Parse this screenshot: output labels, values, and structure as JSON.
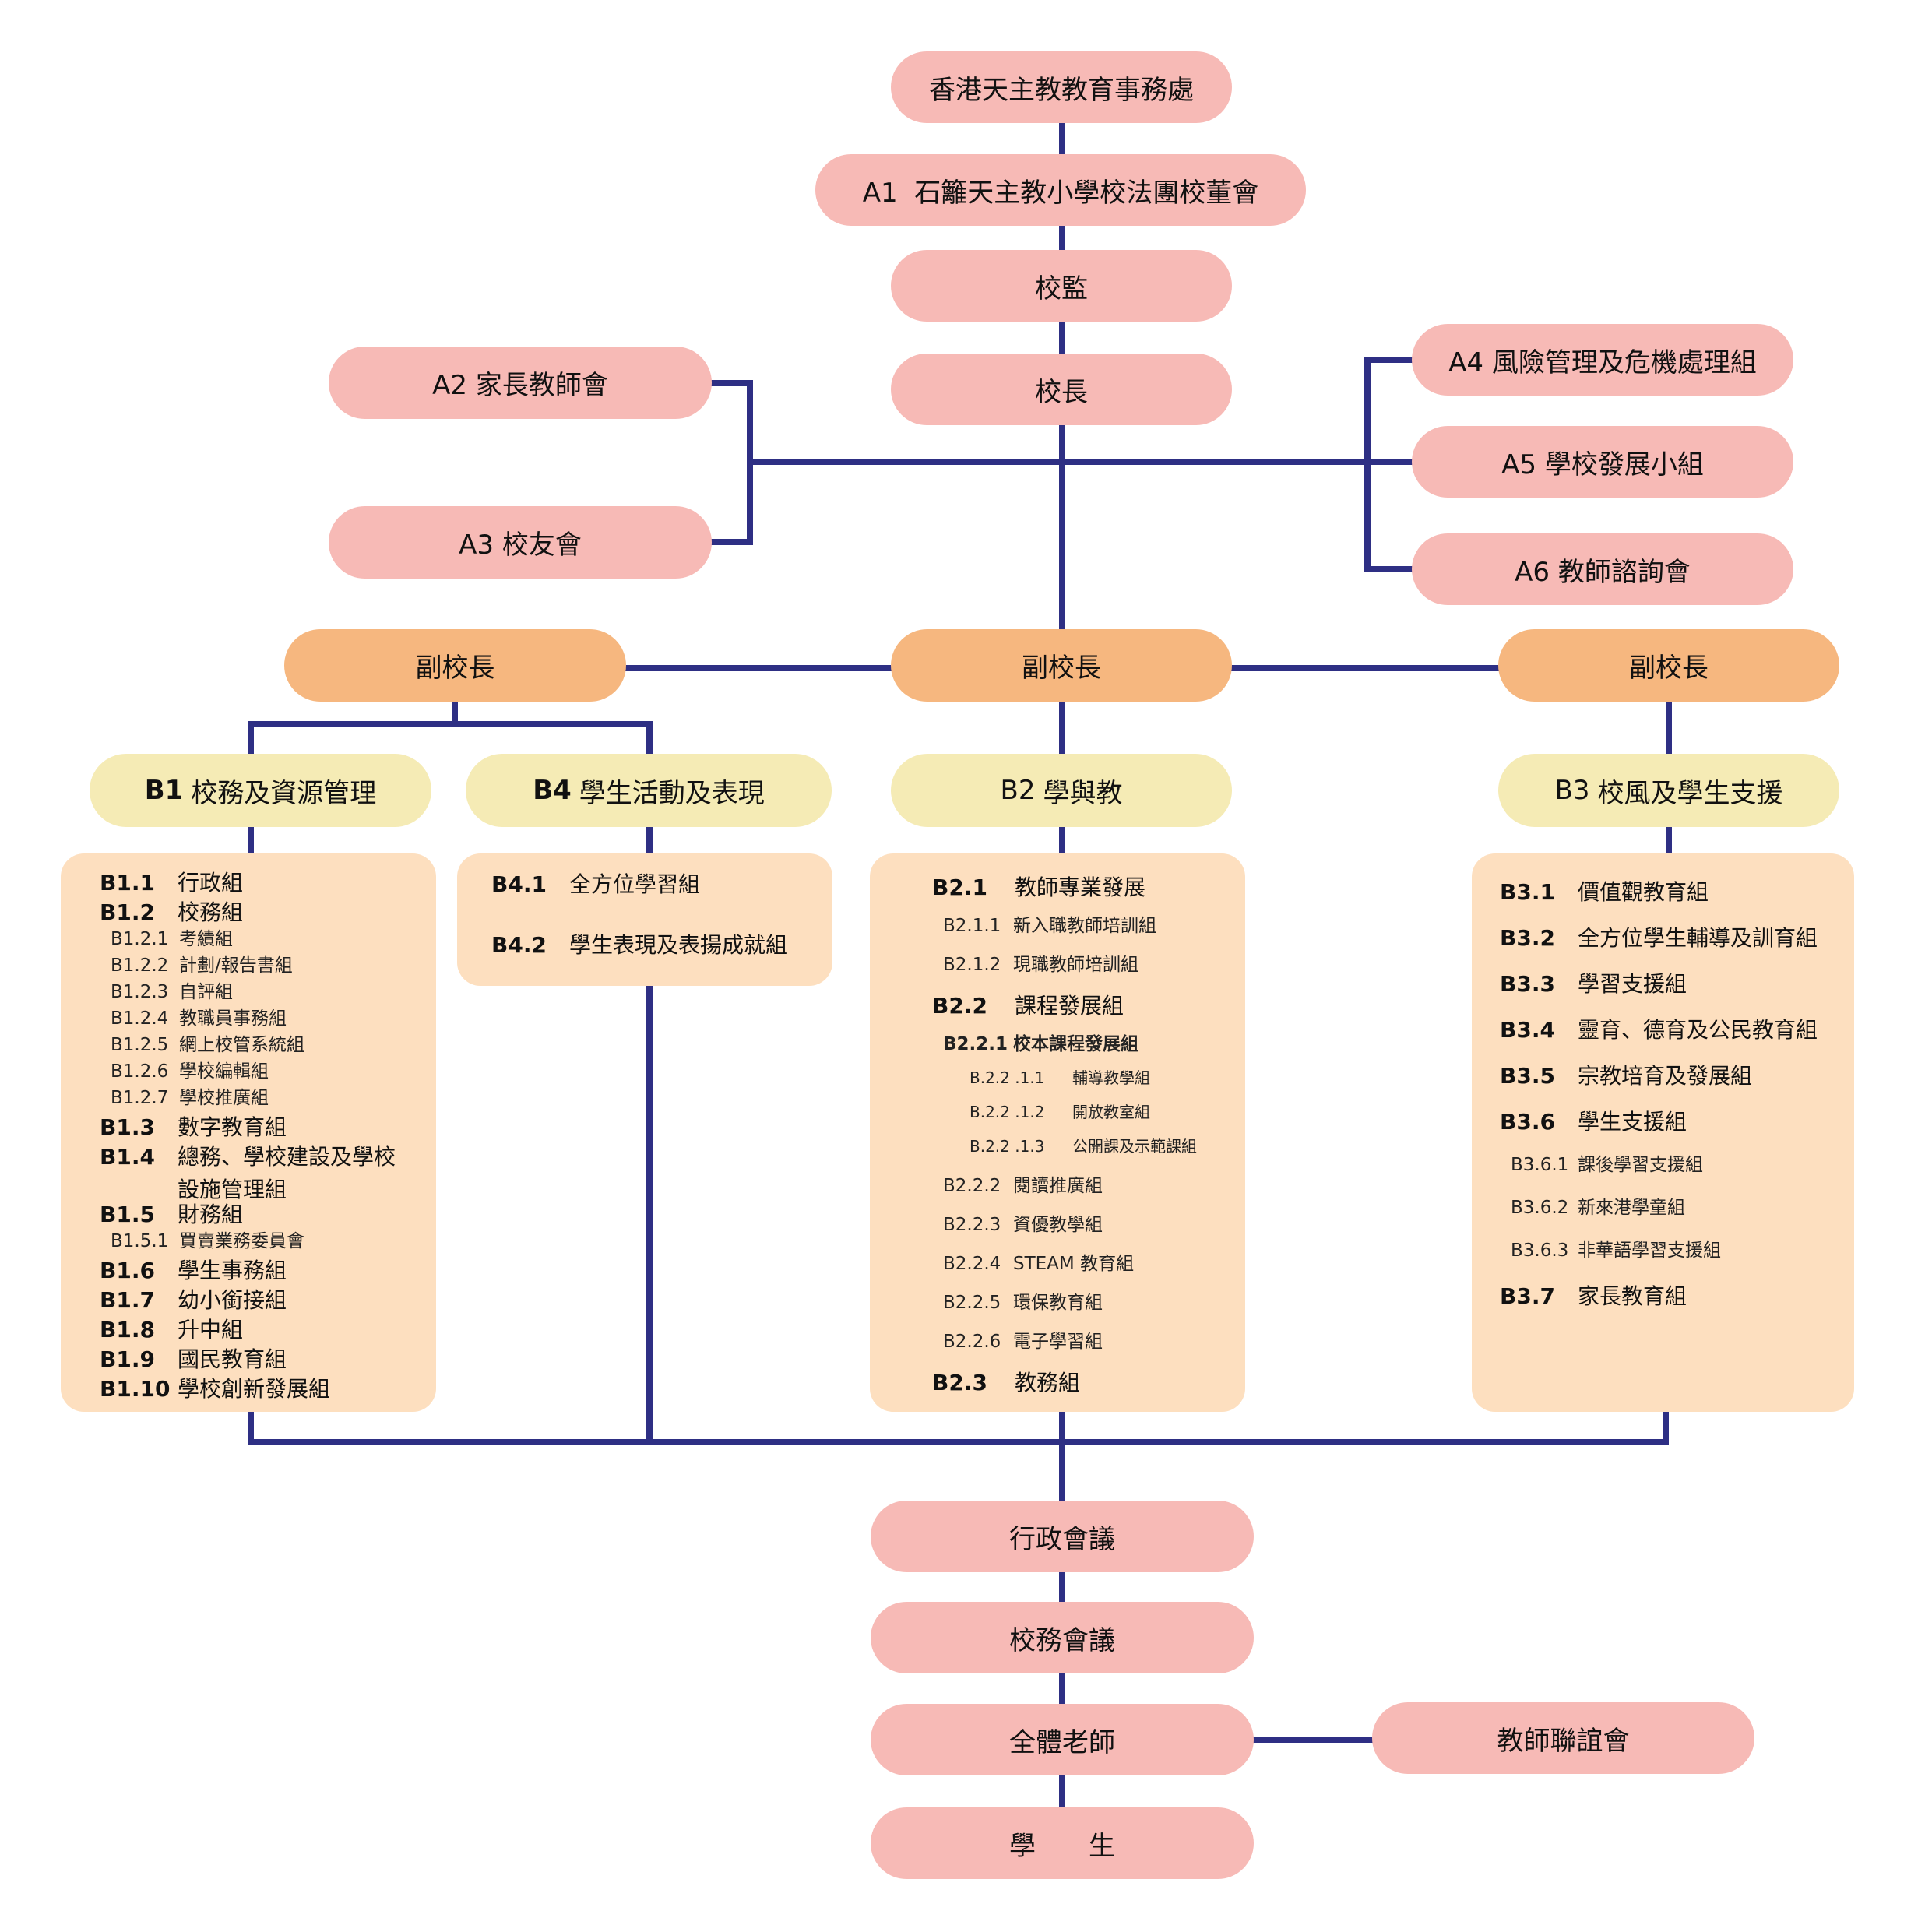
{
  "colors": {
    "line": "#2E2F84",
    "top_level_box": "#F7BAB6",
    "vice_principal_box": "#F6B77F",
    "domain_header_box": "#F5EBB5",
    "domain_detail_box": "#FDDFBF"
  },
  "top_chain": {
    "diocese": "香港天主教教育事務處",
    "a1": "A1  石籬天主教小學校法團校董會",
    "supervisor": "校監",
    "principal": "校長"
  },
  "left_groups": {
    "a2": "A2 家長教師會",
    "a3": "A3 校友會"
  },
  "right_groups": {
    "a4": "A4 風險管理及危機處理組",
    "a5": "A5 學校發展小組",
    "a6": "A6 教師諮詢會"
  },
  "vice_principals": {
    "left": "副校長",
    "center": "副校長",
    "right": "副校長"
  },
  "domains": {
    "b1": {
      "code": "B1",
      "title": "校務及資源管理",
      "items": [
        {
          "code": "B1.1",
          "label": "行政組",
          "level": 1
        },
        {
          "code": "B1.2",
          "label": "校務組",
          "level": 1
        },
        {
          "code": "B1.2.1",
          "label": "考績組",
          "level": 2
        },
        {
          "code": "B1.2.2",
          "label": "計劃/報告書組",
          "level": 2
        },
        {
          "code": "B1.2.3",
          "label": "自評組",
          "level": 2
        },
        {
          "code": "B1.2.4",
          "label": "教職員事務組",
          "level": 2
        },
        {
          "code": "B1.2.5",
          "label": "網上校管系統組",
          "level": 2
        },
        {
          "code": "B1.2.6",
          "label": "學校編輯組",
          "level": 2
        },
        {
          "code": "B1.2.7",
          "label": "學校推廣組",
          "level": 2
        },
        {
          "code": "B1.3",
          "label": "數字教育組",
          "level": 1
        },
        {
          "code": "B1.4",
          "label": "總務、學校建設及學校",
          "label_line2": "設施管理組",
          "level": 1
        },
        {
          "code": "B1.5",
          "label": "財務組",
          "level": 1
        },
        {
          "code": "B1.5.1",
          "label": "買賣業務委員會",
          "level": 2
        },
        {
          "code": "B1.6",
          "label": "學生事務組",
          "level": 1
        },
        {
          "code": "B1.7",
          "label": "幼小銜接組",
          "level": 1
        },
        {
          "code": "B1.8",
          "label": "升中組",
          "level": 1
        },
        {
          "code": "B1.9",
          "label": "國民教育組",
          "level": 1
        },
        {
          "code": "B1.10",
          "label": "學校創新發展組",
          "level": 1
        }
      ]
    },
    "b4": {
      "code": "B4",
      "title": "學生活動及表現",
      "items": [
        {
          "code": "B4.1",
          "label": "全方位學習組",
          "level": 1
        },
        {
          "code": "B4.2",
          "label": "學生表現及表揚成就組",
          "level": 1
        }
      ]
    },
    "b2": {
      "code": "B2",
      "title": "學與教",
      "items": [
        {
          "code": "B2.1",
          "label": "教師專業發展",
          "level": 1
        },
        {
          "code": "B2.1.1",
          "label": "新入職教師培訓組",
          "level": 2
        },
        {
          "code": "B2.1.2",
          "label": "現職教師培訓組",
          "level": 2
        },
        {
          "code": "B2.2",
          "label": "課程發展組",
          "level": 1
        },
        {
          "code": "B2.2.1",
          "label": "校本課程發展組",
          "level": 2,
          "bold": true
        },
        {
          "code": "B.2.2 .1.1",
          "label": "輔導教學組",
          "level": 3
        },
        {
          "code": "B.2.2 .1.2",
          "label": "開放教室組",
          "level": 3
        },
        {
          "code": "B.2.2 .1.3",
          "label": "公開課及示範課組",
          "level": 3
        },
        {
          "code": "B2.2.2",
          "label": "閱讀推廣組",
          "level": 2
        },
        {
          "code": "B2.2.3",
          "label": "資優教學組",
          "level": 2
        },
        {
          "code": "B2.2.4",
          "label": "STEAM 教育組",
          "level": 2
        },
        {
          "code": "B2.2.5",
          "label": "環保教育組",
          "level": 2
        },
        {
          "code": "B2.2.6",
          "label": "電子學習組",
          "level": 2
        },
        {
          "code": "B2.3",
          "label": "教務組",
          "level": 1
        }
      ]
    },
    "b3": {
      "code": "B3",
      "title": "校風及學生支援",
      "items": [
        {
          "code": "B3.1",
          "label": "價值觀教育組",
          "level": 1
        },
        {
          "code": "B3.2",
          "label": "全方位學生輔導及訓育組",
          "level": 1
        },
        {
          "code": "B3.3",
          "label": "學習支援組",
          "level": 1
        },
        {
          "code": "B3.4",
          "label": "靈育、德育及公民教育組",
          "level": 1
        },
        {
          "code": "B3.5",
          "label": "宗教培育及發展組",
          "level": 1
        },
        {
          "code": "B3.6",
          "label": "學生支援組",
          "level": 1
        },
        {
          "code": "B3.6.1",
          "label": "課後學習支援組",
          "level": 2
        },
        {
          "code": "B3.6.2",
          "label": "新來港學童組",
          "level": 2
        },
        {
          "code": "B3.6.3",
          "label": "非華語學習支援組",
          "level": 2
        },
        {
          "code": "B3.7",
          "label": "家長教育組",
          "level": 1
        }
      ]
    }
  },
  "bottom_chain": {
    "admin_meeting": "行政會議",
    "school_affairs_meeting": "校務會議",
    "all_teachers": "全體老師",
    "students": "學　　生",
    "teachers_association": "教師聯誼會"
  }
}
